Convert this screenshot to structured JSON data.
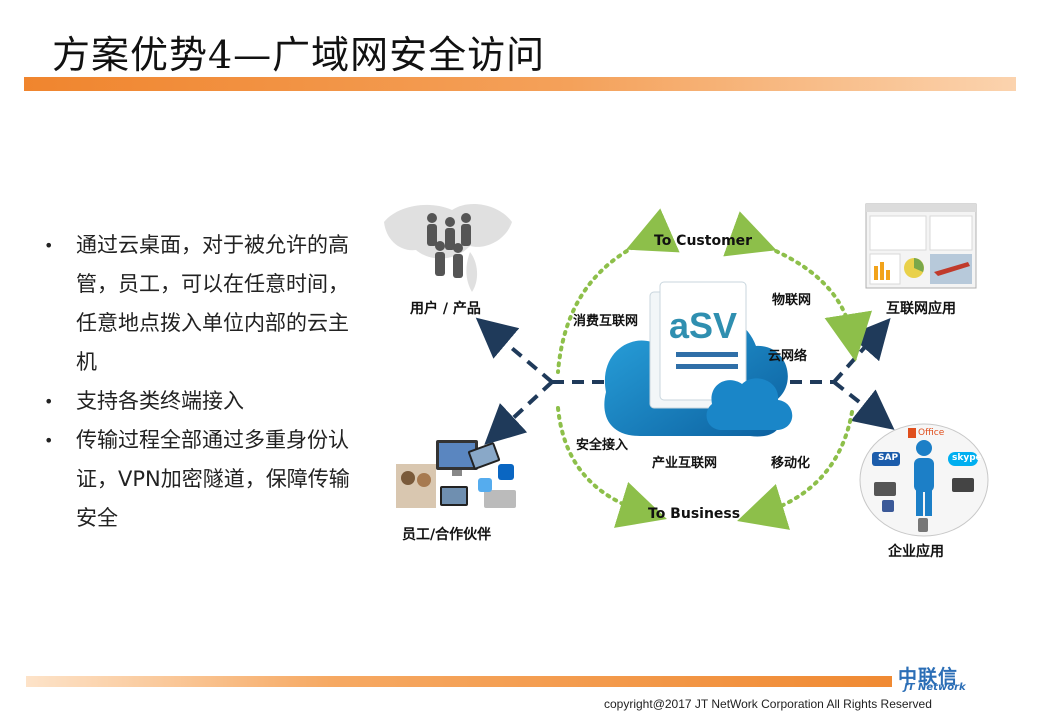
{
  "slide": {
    "title": "方案优势4—广域网安全访问",
    "bullets": [
      "通过云桌面，对于被允许的高管，员工，可以在任意时间，任意地点拨入单位内部的云主机",
      "支持各类终端接入",
      "传输过程全部通过多重身份认证，VPN加密隧道，保障传输安全"
    ]
  },
  "diagram": {
    "center_logo": "aSV",
    "top_label": "To Customer",
    "bottom_label": "To Business",
    "ring_labels": {
      "consumer_internet": "消费互联网",
      "iot": "物联网",
      "cloud_network": "云网络",
      "secure_access": "安全接入",
      "industrial_internet": "产业互联网",
      "mobile": "移动化"
    },
    "nodes": {
      "users_products": "用户 / 产品",
      "internet_apps": "互联网应用",
      "staff_partners": "员工/合作伙伴",
      "enterprise_apps": "企业应用"
    },
    "enterprise_icons": [
      "Office",
      "SAP",
      "skype"
    ]
  },
  "footer": {
    "logo_cn": "中联信",
    "logo_en": "JT Network",
    "copyright": "copyright@2017  JT NetWork Corporation All Rights Reserved"
  },
  "colors": {
    "accent_orange": "#f08a33",
    "navy_arrow": "#1f3a5a",
    "cloud_blue": "#1a86c8",
    "green_dots": "#8dbf4a",
    "logo_teal": "#2f8fb0"
  }
}
